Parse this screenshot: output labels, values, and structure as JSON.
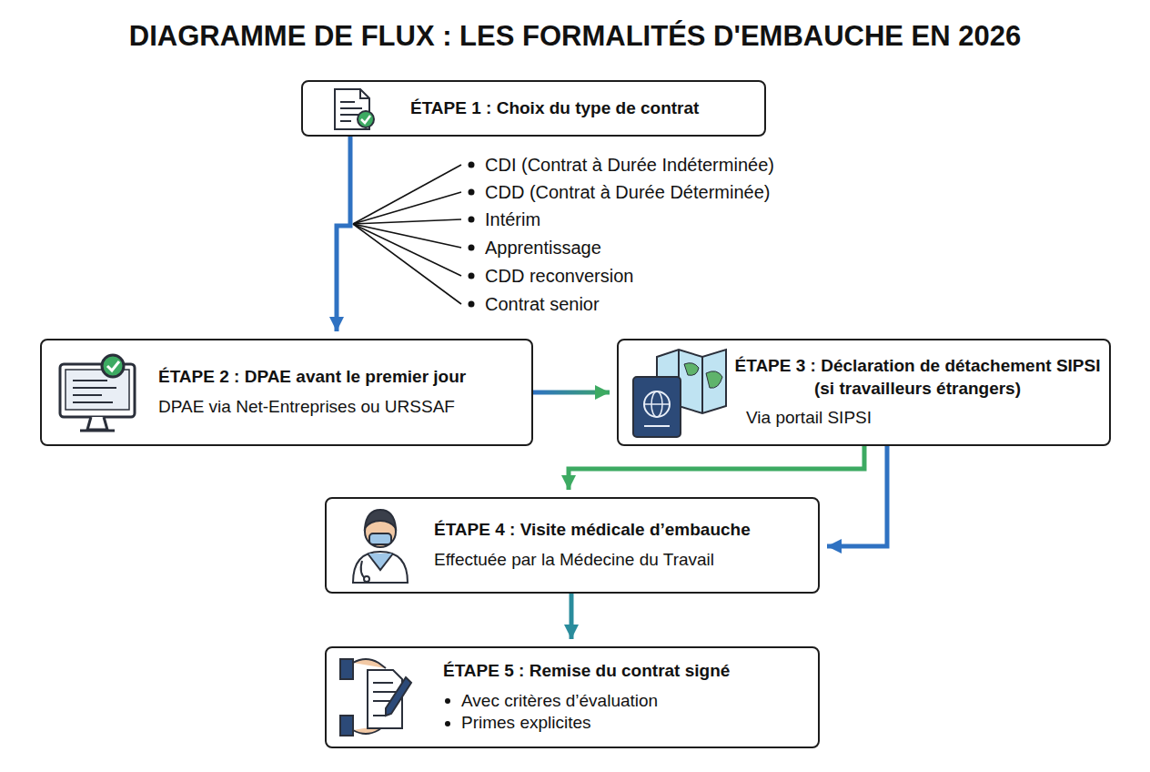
{
  "diagram": {
    "title": "DIAGRAMME DE FLUX : LES FORMALITÉS D'EMBAUCHE EN 2026",
    "nodes": [
      {
        "text": [
          "ÉTAPE 1 : Choix du type de contrat"
        ]
      },
      {
        "text": [
          "ÉTAPE 2 : DPAE avant le premier jour",
          "DPAE via Net-Entreprises ou URSSAF"
        ]
      },
      {
        "text": [
          "ÉTAPE 3 : Déclaration de détachement SIPSI (si travailleurs étrangers)",
          "Via portail SIPSI"
        ]
      },
      {
        "text": [
          "ÉTAPE 4 : Visite médicale d’embauche",
          "Effectuée par la Médecine du Travail"
        ]
      },
      {
        "text": [
          "ÉTAPE 5 : Remise du contrat signé",
          "Avec critères d’évaluation",
          "Primes explicites"
        ]
      }
    ],
    "edges": [
      {
        "from": 0,
        "to": 1,
        "arrow": "to"
      },
      {
        "from": 1,
        "to": 2,
        "arrow": "to"
      },
      {
        "from": 2,
        "to": 3,
        "arrow": "to"
      },
      {
        "from": 2,
        "to": 3,
        "arrow": "to"
      },
      {
        "from": 3,
        "to": 4,
        "arrow": "to"
      }
    ],
    "labels": [
      "CDI (Contrat à Durée Indéterminée)",
      "CDD (Contrat à Durée Déterminée)",
      "Intérim",
      "Apprentissage",
      "CDD reconversion",
      "Contrat senior"
    ]
  }
}
